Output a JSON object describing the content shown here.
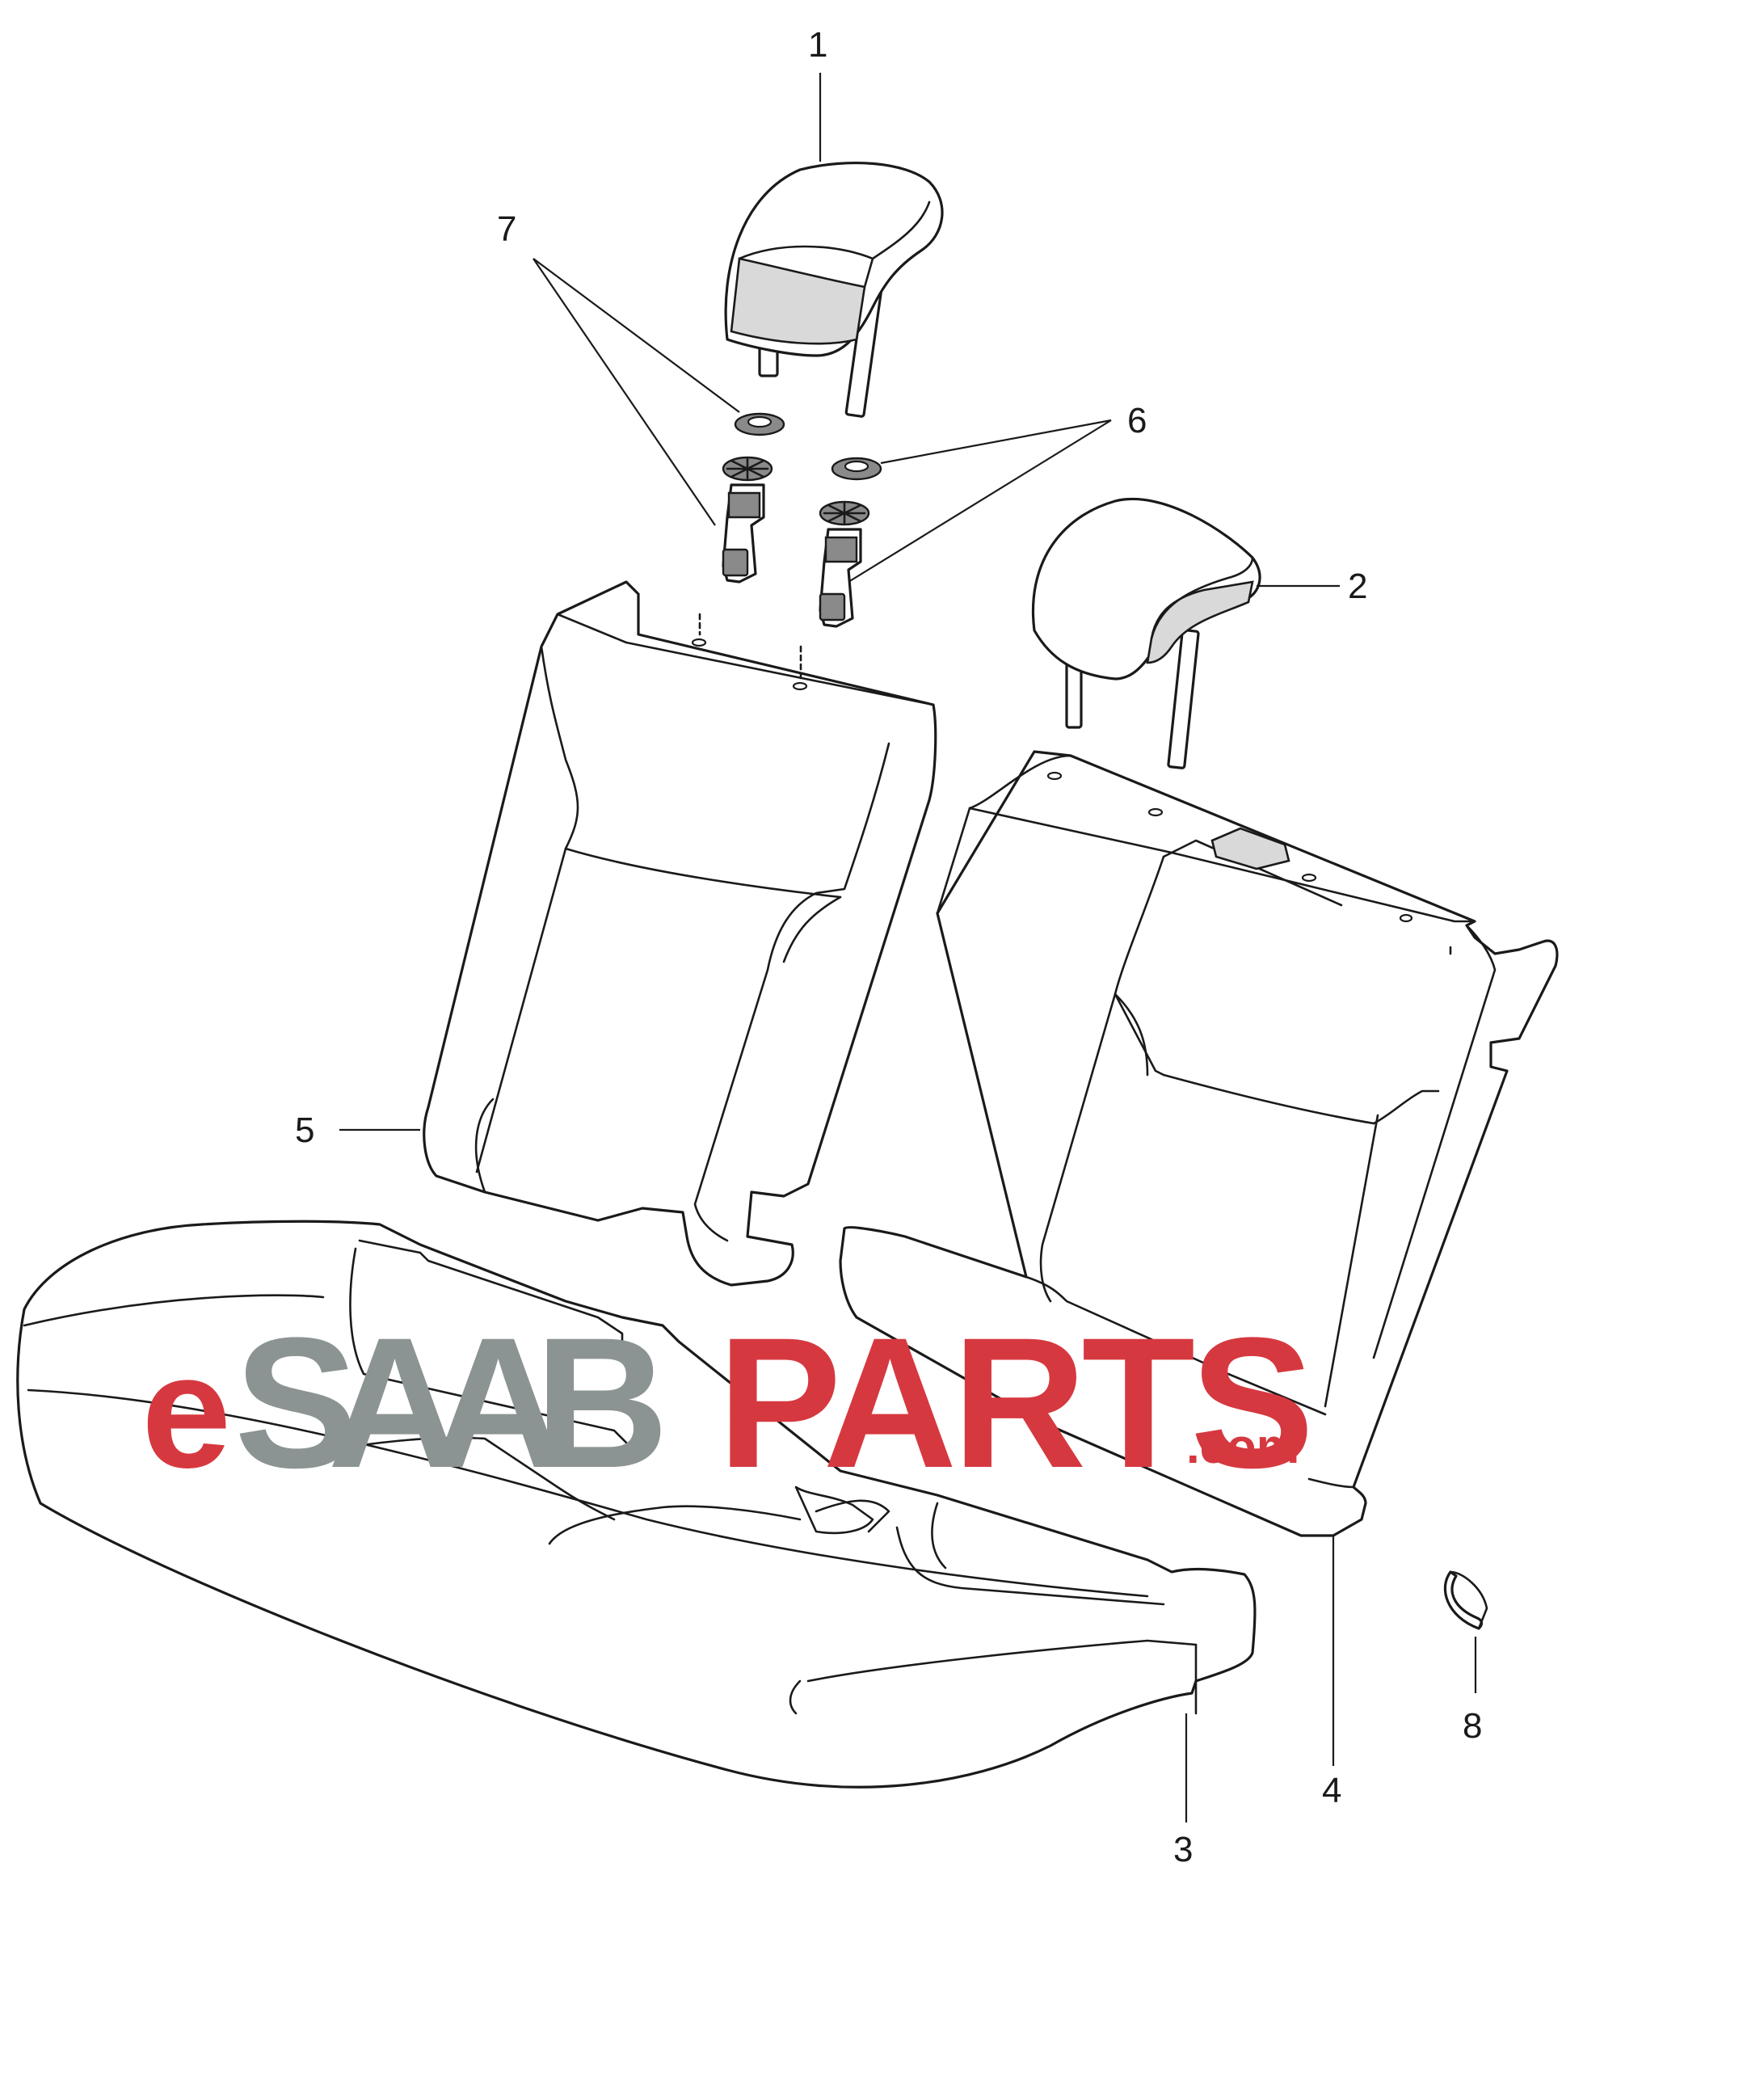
{
  "callouts": [
    {
      "label": "1"
    },
    {
      "label": "2"
    },
    {
      "label": "3"
    },
    {
      "label": "4"
    },
    {
      "label": "5"
    },
    {
      "label": "6"
    },
    {
      "label": "7"
    },
    {
      "label": "8"
    }
  ],
  "watermark": {
    "prefix": "e",
    "brand": "SAAB",
    "suffix": "PARTS",
    "tld": ".com",
    "colors": {
      "red": "#d6383f",
      "grey": "#8c9493"
    }
  }
}
